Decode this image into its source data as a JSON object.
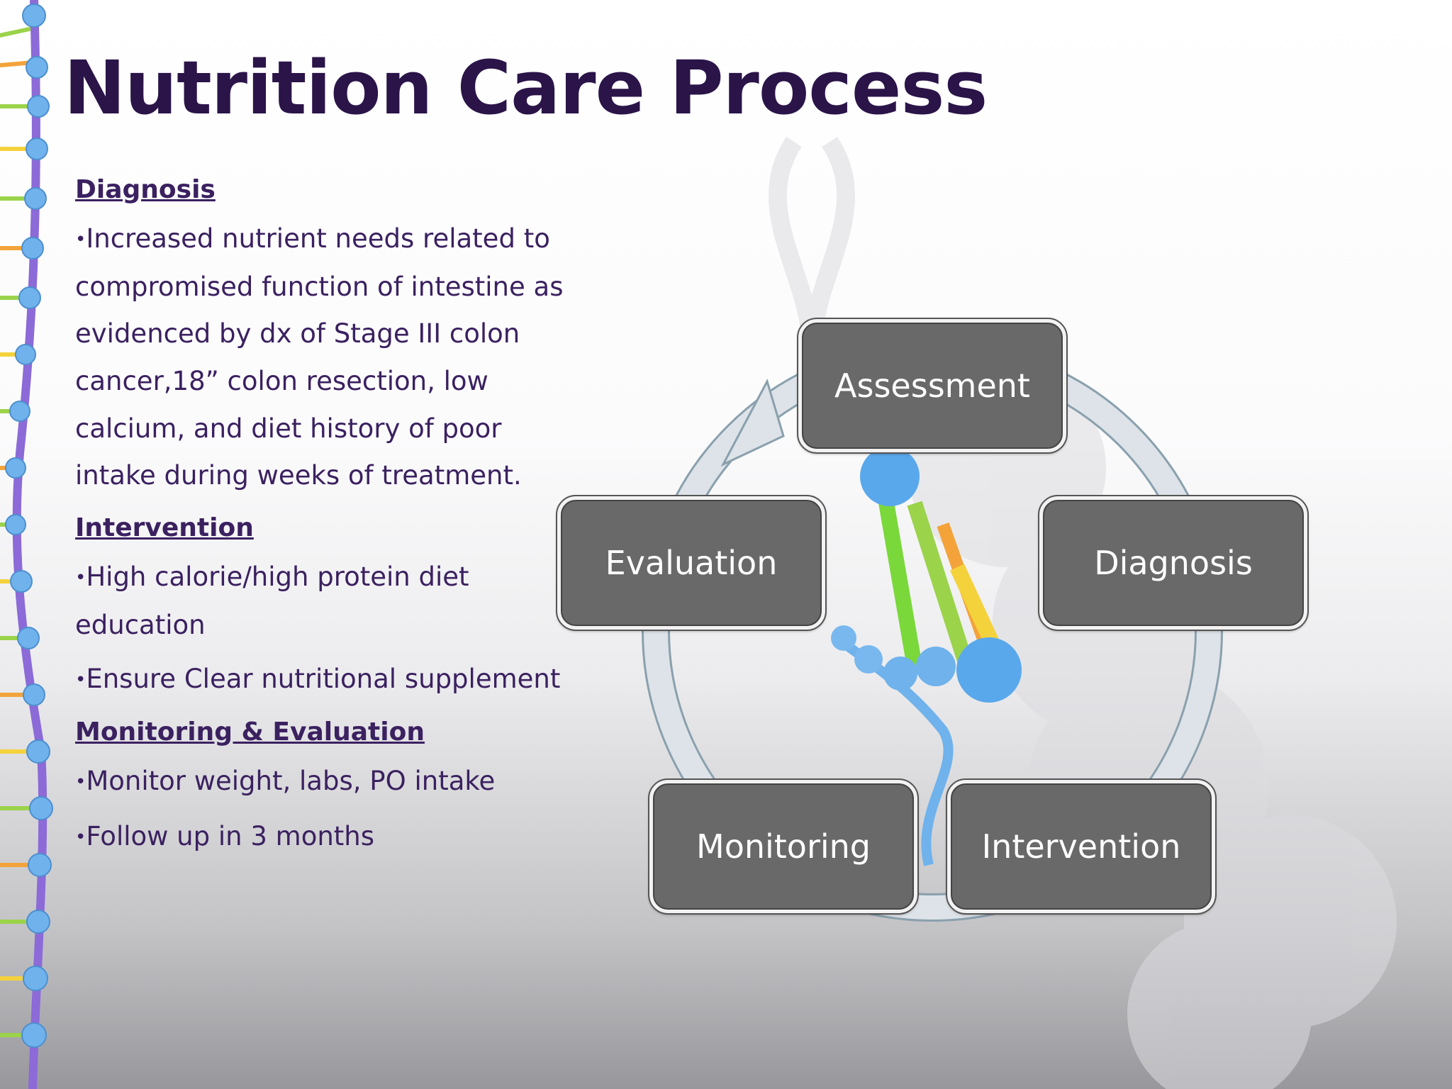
{
  "slide": {
    "title": "Nutrition Care Process",
    "sections": [
      {
        "heading": "Diagnosis",
        "items": [
          "Increased nutrient needs related to compromised function of intestine as evidenced by dx of Stage III colon cancer,18” colon resection, low calcium, and diet history of poor intake during weeks of treatment."
        ]
      },
      {
        "heading": "Intervention",
        "items": [
          "High calorie/high protein diet education",
          "Ensure Clear nutritional supplement"
        ]
      },
      {
        "heading": "Monitoring & Evaluation",
        "items": [
          "Monitor weight, labs, PO intake",
          "Follow up in 3 months"
        ]
      }
    ],
    "bullet": "•"
  },
  "cycle": {
    "nodes": [
      "Assessment",
      "Diagnosis",
      "Intervention",
      "Monitoring",
      "Evaluation"
    ]
  },
  "colors": {
    "title": "#2a1448",
    "body_text": "#3b2160",
    "node_fill": "#696969",
    "node_border": "#f2f2f2",
    "ring": "#c9d3db"
  }
}
